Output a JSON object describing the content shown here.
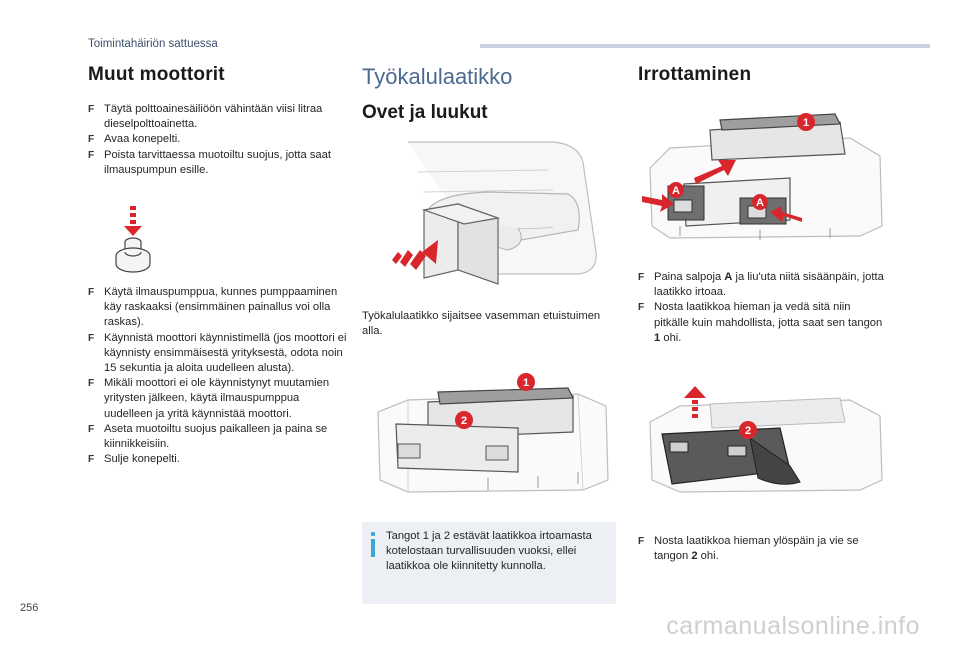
{
  "header": {
    "section_label": "Toimintahäiriön sattuessa"
  },
  "page_number": "256",
  "watermark": "carmanualsonline.info",
  "col1": {
    "title": "Muut moottorit",
    "steps_a": [
      "Täytä polttoainesäiliöön vähintään viisi litraa dieselpolttoainetta.",
      "Avaa konepelti.",
      "Poista tarvittaessa muotoiltu suojus, jotta saat ilmauspumpun esille."
    ],
    "steps_b": [
      "Käytä ilmauspumppua, kunnes pumppaaminen käy raskaaksi (ensimmäinen painallus voi olla raskas).",
      "Käynnistä moottori käynnistimellä (jos moottori ei käynnisty ensimmäisestä yrityksestä, odota noin 15 sekuntia ja aloita uudelleen alusta).",
      "Mikäli moottori ei ole käynnistynyt muutamien yritysten jälkeen, käytä ilmauspumppua uudelleen ja yritä käynnistää moottori.",
      "Aseta muotoiltu suojus paikalleen ja paina se kiinnikkeisiin.",
      "Sulje konepelti."
    ]
  },
  "col2": {
    "title": "Työkalulaatikko",
    "subtitle": "Ovet ja luukut",
    "location_text": "Työkalulaatikko sijaitsee vasemman etuistuimen alla.",
    "info_text": "Tangot 1 ja 2 estävät laatikkoa irtoamasta kotelostaan turvallisuuden vuoksi, ellei laatikkoa ole kiinnitetty kunnolla."
  },
  "col3": {
    "title": "Irrottaminen",
    "step1_pre": "Paina salpoja ",
    "step1_bold": "A",
    "step1_post": " ja liu'uta niitä sisäänpäin, jotta laatikko irtoaa.",
    "step2_pre": "Nosta laatikkoa hieman ja vedä sitä niin pitkälle kuin mahdollista, jotta saat sen tangon ",
    "step2_bold": "1",
    "step2_post": " ohi.",
    "step3_pre": "Nosta laatikkoa hieman ylöspäin ja vie se tangon ",
    "step3_bold": "2",
    "step3_post": " ohi."
  },
  "badges": {
    "one": "1",
    "two": "2",
    "latch": "A"
  },
  "colors": {
    "accent_red": "#d8262c",
    "info_blue": "#3fa7d8",
    "heading_blue": "#4b6a8f",
    "header_bar": "#c9d1e0"
  }
}
